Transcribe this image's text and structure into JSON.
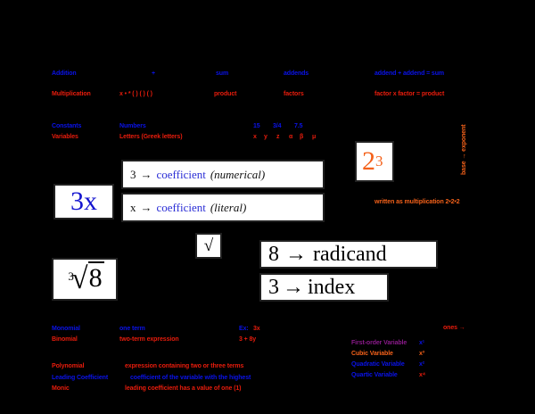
{
  "page": {
    "background_color": "#000000",
    "title": "Algebra Vocabulary Concept Map"
  },
  "colors": {
    "blue": "#0a13ea",
    "red": "#e81c0c",
    "orange": "#f4611a",
    "purple": "#8b1a8b",
    "box_fill": "#ffffff",
    "box_border": "#202020",
    "term_blue": "#2c2fd6"
  },
  "operations": {
    "addition": {
      "name": "Addition",
      "symbol": "+",
      "result_word": "sum",
      "parts_word": "addends",
      "sentence": "addend + addend = sum"
    },
    "multiplication": {
      "name": "Multiplication",
      "symbol": "x • * ( ) ( ) ( )",
      "result_word": "product",
      "parts_word": "factors",
      "sentence": "factor x factor = product"
    }
  },
  "terms_table": {
    "constants": {
      "name": "Constants",
      "definition": "Numbers",
      "examples": [
        "15",
        "3/4",
        "7.5"
      ]
    },
    "variables": {
      "name": "Variables",
      "definition": "Letters (Greek letters)",
      "examples": [
        "x",
        "y",
        "z",
        "α",
        "β",
        "μ"
      ]
    }
  },
  "coefficient_boxes": [
    {
      "value": "3",
      "arrow": "→",
      "term": "coefficient",
      "qualifier": "(numerical)"
    },
    {
      "value": "x",
      "arrow": "→",
      "term": "coefficient",
      "qualifier": "(literal)"
    }
  ],
  "expression_box": {
    "label": "3x"
  },
  "exponent_example": {
    "base": "2",
    "exponent": "3",
    "base_label": "base → exponent",
    "expansion_note": "written as multiplication 2•2•2"
  },
  "radical": {
    "symbol_box": "√",
    "example_index": "3",
    "example_radicand": "8",
    "parts": [
      {
        "value": "8",
        "arrow": "→",
        "name": "radicand"
      },
      {
        "value": "3",
        "arrow": "→",
        "name": "index"
      }
    ]
  },
  "polynomial_terms": [
    {
      "name": "Monomial",
      "definition": "one term",
      "example_label": "Ex:",
      "example": "3x"
    },
    {
      "name": "Binomial",
      "definition": "two-term expression",
      "example": "3 + 8y"
    },
    {
      "name": "Polynomial",
      "definition": "expression containing two or three terms"
    },
    {
      "name": "Leading Coefficient",
      "definition": "coefficient of the variable with the highest"
    },
    {
      "name": "Monic",
      "definition": "leading coefficient has a value of one (1)"
    }
  ],
  "degree_list": {
    "heading": "ones →",
    "items": [
      {
        "name": "First-order Variable",
        "power": "x¹"
      },
      {
        "name": "Cubic Variable",
        "power": "x³"
      },
      {
        "name": "Quadratic Variable",
        "power": "x²"
      },
      {
        "name": "Quartic Variable",
        "power": "x⁴"
      }
    ]
  }
}
